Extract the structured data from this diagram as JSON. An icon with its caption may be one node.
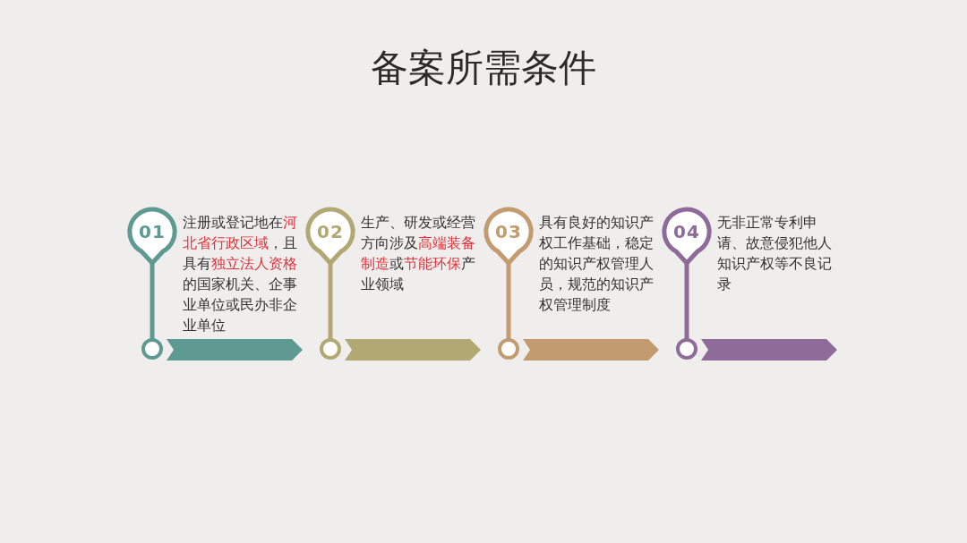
{
  "diagram": {
    "title": "备案所需条件",
    "nodes": [
      {
        "text": [
          "01",
          "注册或登记地在**河北省行政区域**，且具有**独立法人资格**的国家机关、企事业单位或民办非企业单位"
        ]
      },
      {
        "text": [
          "02",
          "生产、研发或经营方向涉及**高端装备制造**或**节能环保**产业领域"
        ]
      },
      {
        "text": [
          "03",
          "具有良好的知识产权工作基础，稳定的知识产权管理人员，规范的知识产权管理制度"
        ]
      },
      {
        "text": [
          "04",
          "无非正常专利申请、故意侵犯他人知识产权等不良记录"
        ]
      }
    ]
  }
}
